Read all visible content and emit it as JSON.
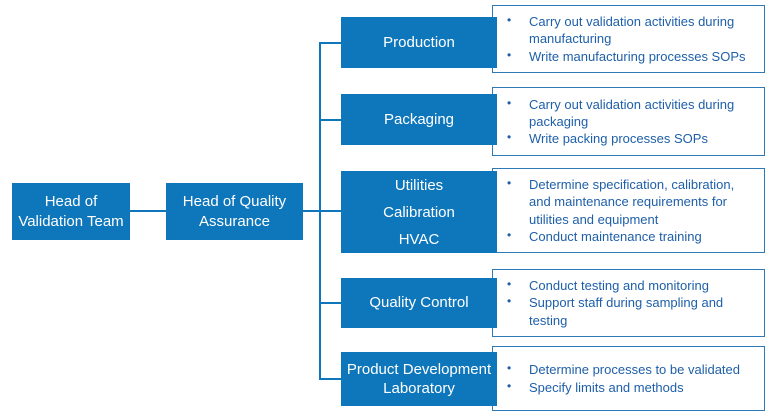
{
  "diagram": {
    "bullet_glyph": "•",
    "level1": {
      "label": "Head of\nValidation Team"
    },
    "level2": {
      "label": "Head of Quality\nAssurance"
    },
    "branches": [
      {
        "label": "Production",
        "duties": [
          "Carry out validation activities during manufacturing",
          "Write manufacturing processes SOPs"
        ]
      },
      {
        "label": "Packaging",
        "duties": [
          "Carry out validation activities during packaging",
          "Write packing processes SOPs"
        ]
      },
      {
        "label": "Utilities\nCalibration\nHVAC",
        "duties": [
          "Determine specification, calibration, and maintenance requirements for utilities and equipment",
          "Conduct maintenance training"
        ]
      },
      {
        "label": "Quality Control",
        "duties": [
          "Conduct testing and monitoring",
          "Support staff during sampling and testing"
        ]
      },
      {
        "label": "Product Development\nLaboratory",
        "duties": [
          "Determine processes to be validated",
          "Specify limits and methods"
        ]
      }
    ],
    "colors": {
      "node_fill": "#0e76bb",
      "node_text": "#ffffff",
      "duty_border": "#2e79b8",
      "duty_text": "#1e5fa9",
      "connector": "#0e76bb"
    }
  }
}
